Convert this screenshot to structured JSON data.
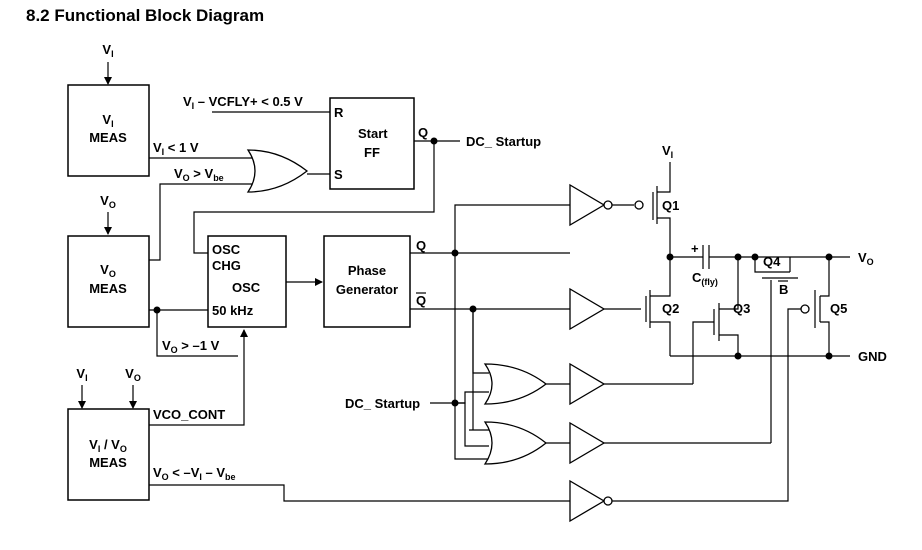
{
  "title": "8.2 Functional Block Diagram",
  "blocks": {
    "vi_meas": {
      "line1": "V",
      "line1_sub": "I",
      "line2": "MEAS"
    },
    "vo_meas": {
      "line1": "V",
      "line1_sub": "O",
      "line2": "MEAS"
    },
    "vivo_meas": {
      "p1": "V",
      "p1_sub": "I",
      "p2": " / V",
      "p2_sub": "O",
      "line2": "MEAS"
    },
    "start_ff": {
      "line1": "Start",
      "line2": "FF",
      "pin_r": "R",
      "pin_s": "S",
      "pin_q": "Q"
    },
    "osc": {
      "line1": "OSC",
      "line2": "CHG",
      "line3": "OSC",
      "line4": "50 kHz"
    },
    "phase_gen": {
      "line1": "Phase",
      "line2": "Generator",
      "pin_q": "Q",
      "pin_qbar": "Q"
    }
  },
  "inputs": {
    "vi_top": {
      "t": "V",
      "sub": "I"
    },
    "vo_mid": {
      "t": "V",
      "sub": "O"
    },
    "vi_bottom": {
      "t": "V",
      "sub": "I"
    },
    "vo_bottom": {
      "t": "V",
      "sub": "O"
    }
  },
  "signals": {
    "vi_vcfly": {
      "a": "V",
      "a_sub": "I",
      "b": " – VCFLY+ < 0.5 V"
    },
    "vi_lt_1v": {
      "a": "V",
      "a_sub": "I",
      "b": " < 1 V"
    },
    "vo_gt_vbe": {
      "a": "V",
      "a_sub": "O",
      "b": " > V",
      "b_sub": "be"
    },
    "vo_gt_m1v": {
      "a": "V",
      "a_sub": "O",
      "b": " > –1 V"
    },
    "vco_cont": "VCO_CONT",
    "vo_lt": {
      "a": "V",
      "a_sub": "O",
      "b": " < –V",
      "b_sub": "I",
      "c": " – V",
      "c_sub": "be"
    },
    "dc_startup_out": "DC_ Startup",
    "dc_startup_in": "DC_ Startup"
  },
  "transistors": {
    "q1": "Q1",
    "q2": "Q2",
    "q3": "Q3",
    "q4": "Q4",
    "q5": "Q5"
  },
  "capacitor": {
    "label": "C",
    "label_sub": "(fly)",
    "plus": "+"
  },
  "b_label": "B",
  "outputs": {
    "vi_q1": {
      "t": "V",
      "sub": "I"
    },
    "vo_out": {
      "t": "V",
      "sub": "O"
    },
    "gnd": "GND"
  }
}
